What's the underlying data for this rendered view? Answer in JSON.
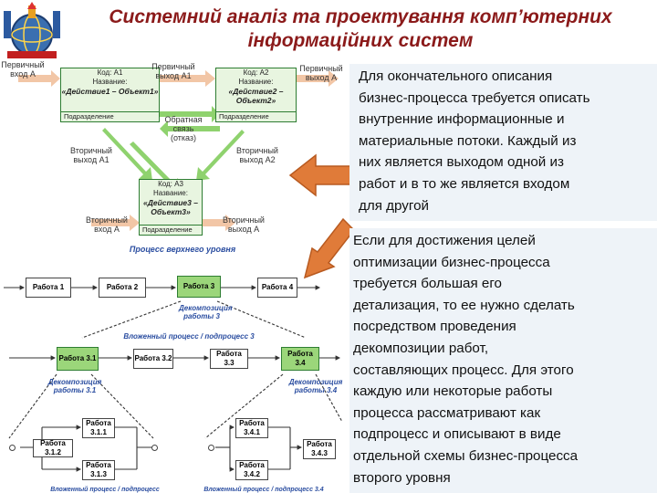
{
  "title": {
    "line1": "Системний аналіз та проектування комп’ютерних",
    "line2": "інформаційних систем"
  },
  "logo": {
    "icon": "university-emblem-icon"
  },
  "colors": {
    "title": "#8b1a1a",
    "arrow": "#e07b39",
    "green": "#2e7d32",
    "panel": "#eef3f8",
    "blue_caption": "#2a4da0"
  },
  "diagram_top": {
    "box1": {
      "code": "Код: А1",
      "name_label": "Название:",
      "name": "«Действие1 – Объект1»",
      "footer": "Подразделение"
    },
    "box2": {
      "code": "Код: А2",
      "name_label": "Название:",
      "name": "«Действие2 – Объект2»",
      "footer": "Подразделение"
    },
    "box3": {
      "code": "Код: А3",
      "name_label": "Название:",
      "name": "«Действие3 – Объект3»",
      "footer": "Подразделение"
    },
    "labels": {
      "in_a": "Первичный вход А",
      "out_a1": "Первичный выход А1",
      "out_a_right": "Первичный выход А",
      "feedback": "Обратная связь (отказ)",
      "sec_out_a1": "Вторичный выход А1",
      "sec_out_a2": "Вторичный выход А2",
      "sec_in_a": "Вторичный вход А",
      "sec_out_a": "Вторичный выход А"
    }
  },
  "diagram_bottom": {
    "top_level_caption": "Процесс верхнего уровня",
    "works_top": [
      "Работа 1",
      "Работа 2",
      "Работа 3",
      "Работа 4"
    ],
    "decomp3_caption": "Декомпозиция работы 3",
    "nested_caption": "Вложенный процесс / подпроцесс 3",
    "works_mid": [
      "Работа 3.1",
      "Работа 3.2",
      "Работа 3.3",
      "Работа 3.4"
    ],
    "decomp31_caption": "Декомпозиция работы 3.1",
    "decomp34_caption": "Декомпозиция работы 3.4",
    "works_left": [
      "Работа 3.1.1",
      "Работа 3.1.2",
      "Работа 3.1.3"
    ],
    "works_right": [
      "Работа 3.4.1",
      "Работа 3.4.2",
      "Работа 3.4.3"
    ],
    "bottom_caption_left": "Вложенный процесс / подпроцесс 3.1",
    "bottom_caption_right": "Вложенный процесс / подпроцесс 3.4"
  },
  "panel1": {
    "lines": [
      "Для окончательного описания",
      "бизнес-процесса  требуется описать",
      "внутренние информационные и",
      "материальные потоки. Каждый из",
      "них является выходом одной из",
      "работ и в то же является входом",
      "для другой"
    ]
  },
  "panel2": {
    "lines": [
      "Если для достижения целей",
      "оптимизации бизнес-процесса",
      "требуется большая его",
      "детализация, то ее нужно сделать",
      "посредством проведения",
      "декомпозиции работ,",
      "составляющих процесс. Для этого",
      "каждую или некоторые работы",
      "процесса рассматривают как",
      "подпроцесс и описывают в виде",
      "отдельной схемы бизнес-процесса",
      "второго уровня"
    ]
  }
}
